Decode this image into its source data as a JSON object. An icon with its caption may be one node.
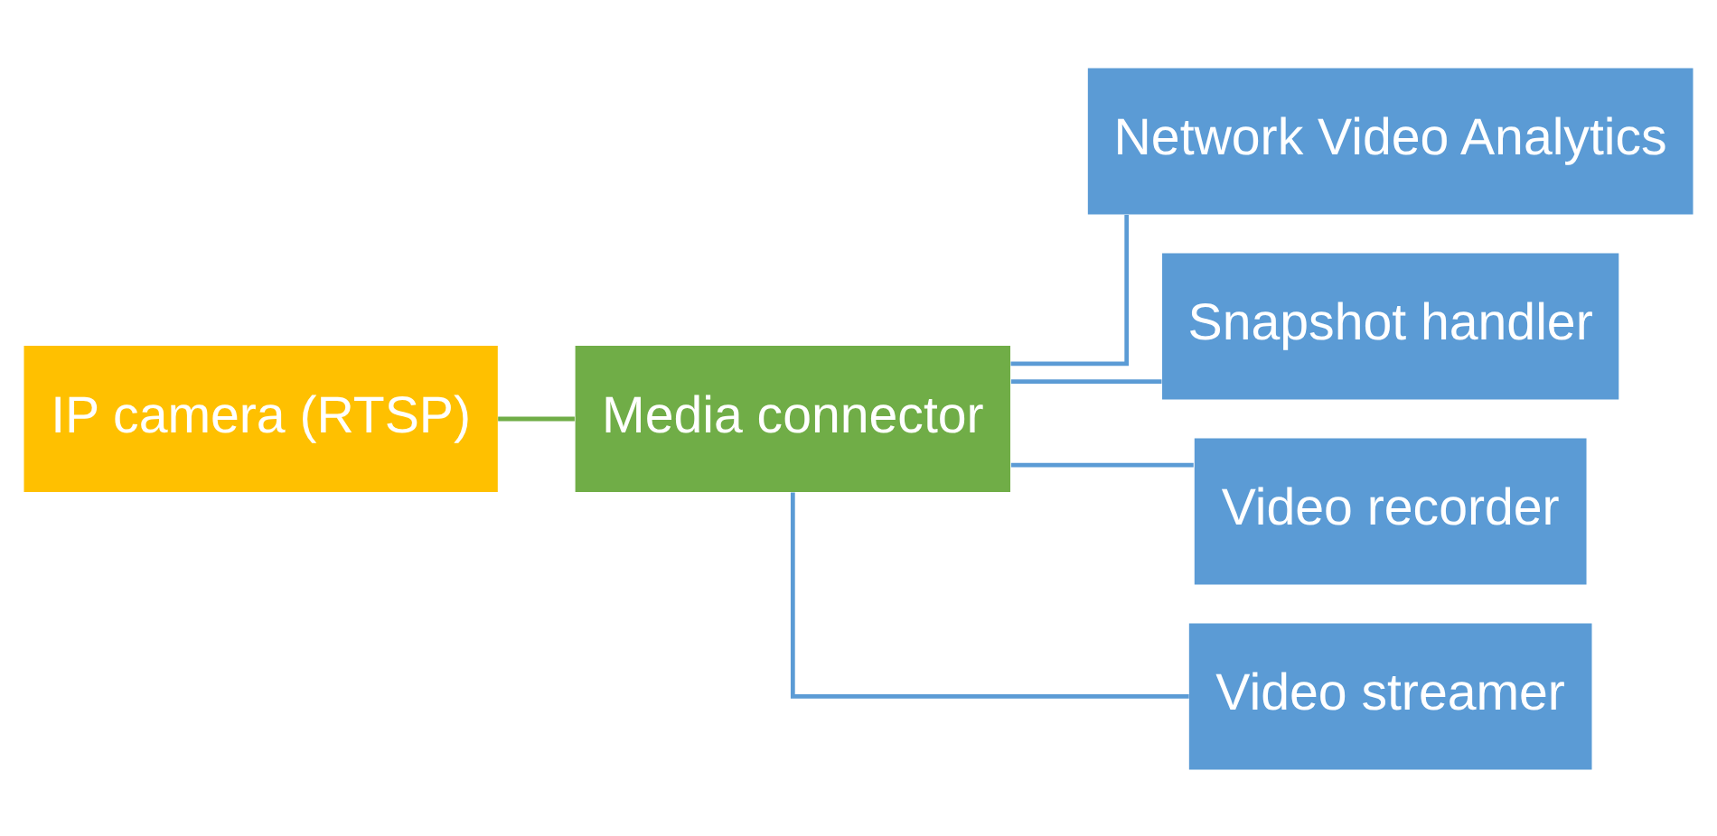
{
  "diagram": {
    "nodes": [
      {
        "text": [
          "IP camera (RTSP)"
        ]
      },
      {
        "text": [
          "Media connector"
        ]
      },
      {
        "text": [
          "Network Video Analytics"
        ]
      },
      {
        "text": [
          "Snapshot handler"
        ]
      },
      {
        "text": [
          "Video recorder"
        ]
      },
      {
        "text": [
          "Video streamer"
        ]
      }
    ],
    "edges": [
      {
        "from": 0,
        "to": 1,
        "arrow": "none",
        "color": "#70ad47"
      },
      {
        "from": 1,
        "to": 2,
        "arrow": "none"
      },
      {
        "from": 1,
        "to": 3,
        "arrow": "none"
      },
      {
        "from": 1,
        "to": 4,
        "arrow": "none"
      },
      {
        "from": 1,
        "to": 5,
        "arrow": "none"
      }
    ]
  }
}
